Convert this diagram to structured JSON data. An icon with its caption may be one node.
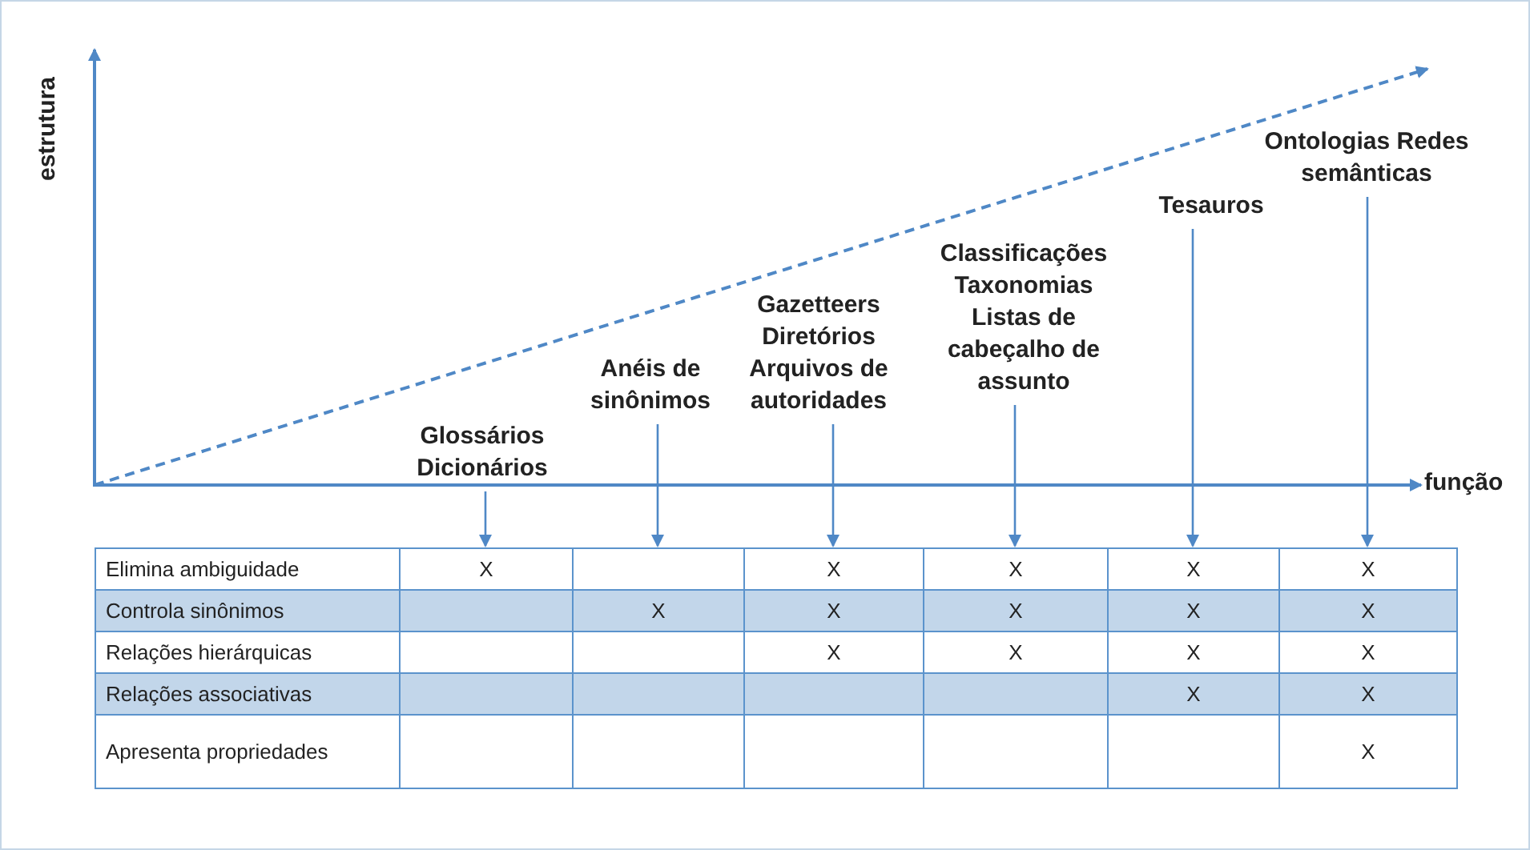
{
  "diagram": {
    "nodes": [
      {
        "text": [
          "Glossários Dicionários"
        ]
      },
      {
        "text": [
          "Anéis de sinônimos"
        ]
      },
      {
        "text": [
          "Gazetteers Diretórios Arquivos de autoridades"
        ]
      },
      {
        "text": [
          "Classificações Taxonomias Listas de cabeçalho de assunto"
        ]
      },
      {
        "text": [
          "Tesauros"
        ]
      },
      {
        "text": [
          "Ontologias Redes semânticas"
        ]
      },
      {
        "text": [
          "X"
        ]
      },
      {
        "text": [],
        "shape": "box"
      },
      {
        "text": [
          "X"
        ]
      },
      {
        "text": [
          "X"
        ]
      },
      {
        "text": [
          "X"
        ]
      },
      {
        "text": [
          "X"
        ]
      }
    ],
    "edges": [
      {
        "from": 0,
        "to": 6,
        "arrow": "to"
      },
      {
        "from": 1,
        "to": 7,
        "arrow": "to"
      },
      {
        "from": 2,
        "to": 8,
        "arrow": "to"
      },
      {
        "from": 3,
        "to": 9,
        "arrow": "to"
      },
      {
        "from": 4,
        "to": 10,
        "arrow": "to"
      },
      {
        "from": 5,
        "to": 11,
        "arrow": "to"
      }
    ],
    "labels": [
      "estrutura",
      "função",
      "Elimina ambiguidade",
      "Controla sinônimos",
      "X",
      "X",
      "X",
      "X",
      "X",
      "Relações hierárquicas",
      "X",
      "X",
      "X",
      "X",
      "Relações associativas",
      "X",
      "X",
      "Apresenta propriedades",
      "X"
    ]
  }
}
